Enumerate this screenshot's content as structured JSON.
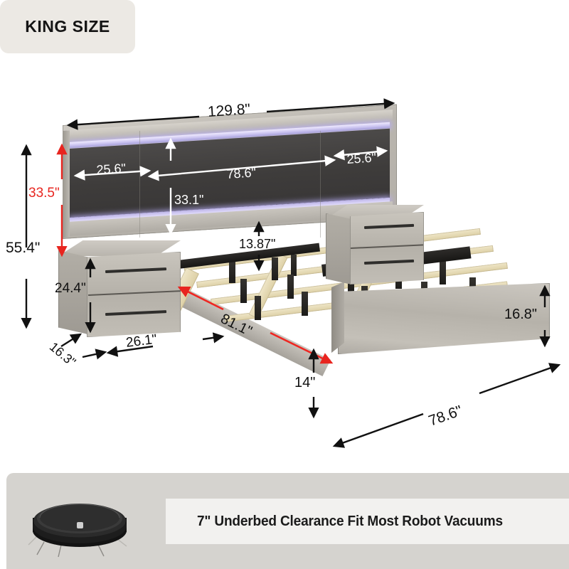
{
  "badge": {
    "label": "KING SIZE"
  },
  "product": {
    "type": "king-size-bed-with-storage-headboard-and-nightstands",
    "finish_color": "#bdb9b2",
    "panel_color": "#3e3c3b",
    "led_color": "#cfc8f5",
    "slat_color": "#e6dcbd"
  },
  "dimensions": {
    "overall_width": {
      "value": "129.8\"",
      "color": "#111111",
      "placement": "top-overall-width"
    },
    "headboard_left_section": {
      "value": "25.6\"",
      "color": "#ffffff",
      "placement": "headboard-left-section-width"
    },
    "headboard_center_section": {
      "value": "78.6\"",
      "color": "#ffffff",
      "placement": "headboard-center-section-width"
    },
    "headboard_right_section": {
      "value": "25.6\"",
      "color": "#ffffff",
      "placement": "headboard-right-section-width"
    },
    "headboard_panel_height": {
      "value": "33.1\"",
      "color": "#ffffff",
      "placement": "headboard-panel-height"
    },
    "headboard_height": {
      "value": "33.5\"",
      "color": "#e8251f",
      "placement": "headboard-height-red"
    },
    "total_height": {
      "value": "55.4\"",
      "color": "#111111",
      "placement": "total-height"
    },
    "nightstand_height": {
      "value": "24.4\"",
      "color": "#111111",
      "placement": "nightstand-height"
    },
    "nightstand_depth": {
      "value": "16.3\"",
      "color": "#111111",
      "placement": "nightstand-depth"
    },
    "nightstand_width": {
      "value": "26.1\"",
      "color": "#111111",
      "placement": "nightstand-width"
    },
    "headboard_to_slats": {
      "value": "13.87\"",
      "color": "#111111",
      "placement": "headboard-clearance-to-slats"
    },
    "bed_length": {
      "value": "81.1\"",
      "color": "#111111",
      "placement": "bed-side-rail-length"
    },
    "footboard_height": {
      "value": "16.8\"",
      "color": "#111111",
      "placement": "footboard-height"
    },
    "frame_height": {
      "value": "14\"",
      "color": "#111111",
      "placement": "frame-height"
    },
    "bed_width": {
      "value": "78.6\"",
      "color": "#111111",
      "placement": "bed-foot-width"
    }
  },
  "banner": {
    "text": "7\" Underbed Clearance Fit Most Robot Vacuums",
    "icon": "robot-vacuum-icon",
    "background": "#d5d3cf",
    "inner_background": "#f2f1ef"
  }
}
